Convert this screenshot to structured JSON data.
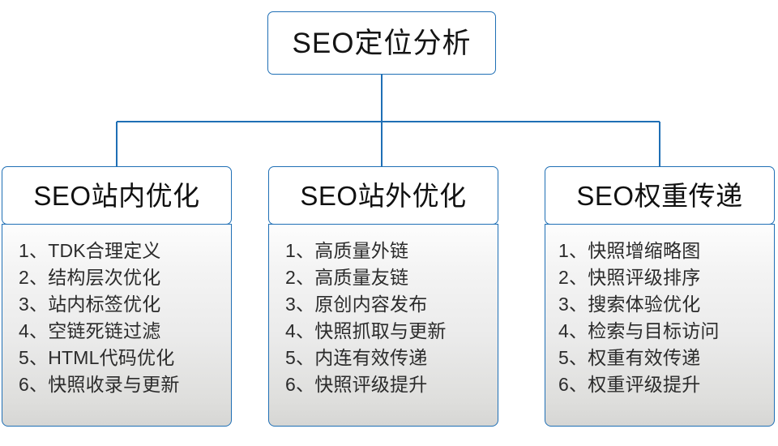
{
  "diagram": {
    "type": "org-chart",
    "title": "SEO定位分析",
    "accent_color": "#1f6fb5",
    "root": {
      "label": "SEO定位分析"
    },
    "columns": [
      {
        "header": "SEO站内优化",
        "items": [
          "1、TDK合理定义",
          "2、结构层次优化",
          "3、站内标签优化",
          "4、空链死链过滤",
          "5、HTML代码优化",
          "6、快照收录与更新"
        ]
      },
      {
        "header": "SEO站外优化",
        "items": [
          "1、高质量外链",
          "2、高质量友链",
          "3、原创内容发布",
          "4、快照抓取与更新",
          "5、内连有效传递",
          "6、快照评级提升"
        ]
      },
      {
        "header": "SEO权重传递",
        "items": [
          "1、快照增缩略图",
          "2、快照评级排序",
          "3、搜索体验优化",
          "4、检索与目标访问",
          "5、权重有效传递",
          "6、权重评级提升"
        ]
      }
    ]
  }
}
